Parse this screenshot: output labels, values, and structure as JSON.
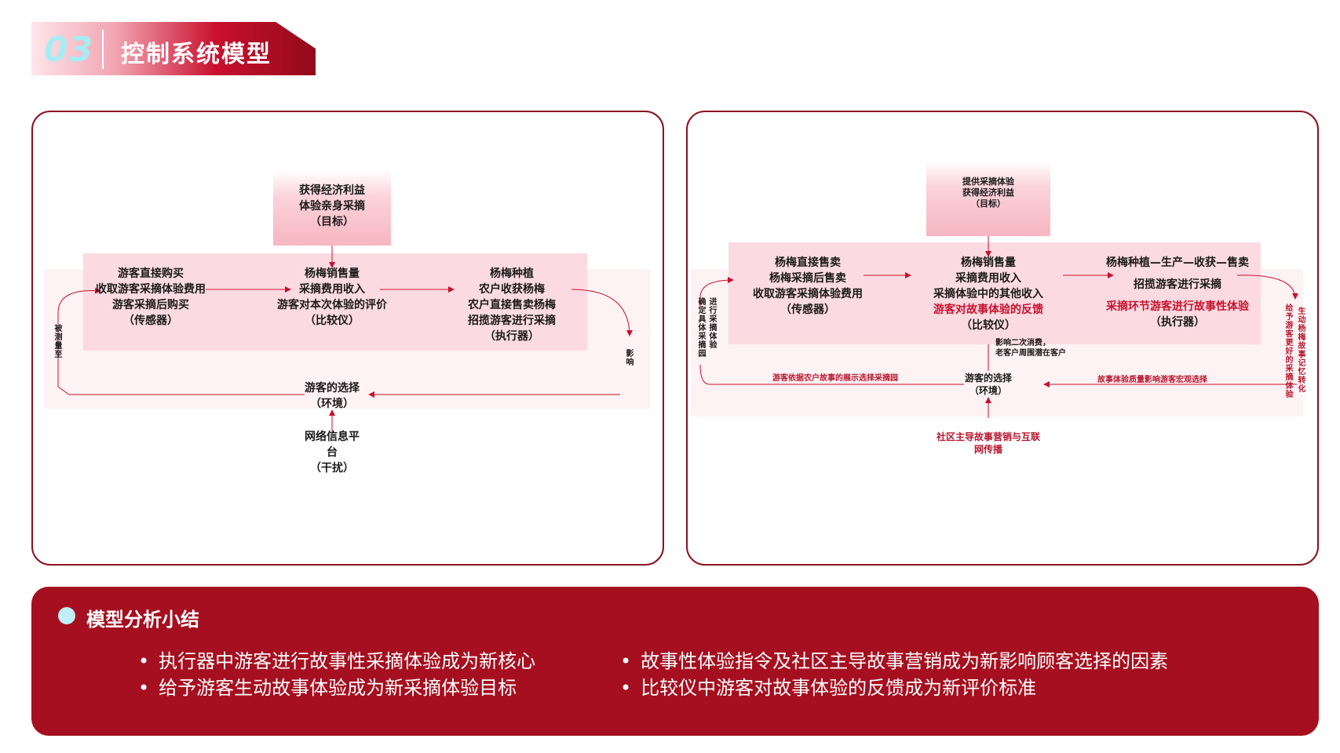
{
  "header": {
    "number": "03",
    "title": "控制系统模型"
  },
  "left": {
    "goal": [
      "获得经济利益",
      "体验亲身采摘",
      "（目标）"
    ],
    "sensor": [
      "游客直接购买",
      "收取游客采摘体验费用",
      "游客采摘后购买",
      "（传感器）"
    ],
    "comparator": [
      "杨梅销售量",
      "采摘费用收入",
      "游客对本次体验的评价",
      "（比较仪）"
    ],
    "executor": [
      "杨梅种植",
      "农户收获杨梅",
      "农户直接售卖杨梅",
      "招揽游客进行采摘",
      "（执行器）"
    ],
    "environment": [
      "游客的选择",
      "（环境）"
    ],
    "disturbance": [
      "网络信息平",
      "台",
      "（干扰）"
    ],
    "label_measured": "被测量至",
    "label_influence": "影响"
  },
  "right": {
    "goal": [
      "提供采摘体验",
      "获得经济利益",
      "（目标）"
    ],
    "sensor": [
      "杨梅直接售卖",
      "杨梅采摘后售卖",
      "收取游客采摘体验费用",
      "（传感器）"
    ],
    "comparator": [
      "杨梅销售量",
      "采摘费用收入",
      "采摘体验中的其他收入",
      "游客对故事体验的反馈",
      "（比较仪）"
    ],
    "executor": [
      "杨梅种植—生产—收获—售卖",
      "招揽游客进行采摘",
      "采摘环节游客进行故事性体验",
      "（执行器）"
    ],
    "environment": [
      "游客的选择",
      "（环境）"
    ],
    "disturbance": [
      "社区主导故事营销与互联",
      "网传播"
    ],
    "label_secondary": [
      "影响二次消费，",
      "老客户周围潜在客户"
    ],
    "label_story_display": "游客依据农户故事的展示选择采摘园",
    "label_story_quality": "故事体验质量影响游客宏观选择",
    "label_confirm_garden": "确定具体采摘园",
    "label_do_picking": "进行采摘体验",
    "label_give_better": "给予游客更好的采摘体验",
    "label_vivid_story": "生动杨梅故事记忆转化"
  },
  "summary": {
    "title": "模型分析小结",
    "bullets": [
      "执行器中游客进行故事性采摘体验成为新核心",
      "给予游客生动故事体验成为新采摘体验目标",
      "故事性体验指令及社区主导故事营销成为新影响顾客选择的因素",
      "比较仪中游客对故事体验的反馈成为新评价标准"
    ]
  },
  "colors": {
    "accent": "#a50f1f",
    "band": "#fde6ea",
    "cyan": "#bfeff7"
  }
}
